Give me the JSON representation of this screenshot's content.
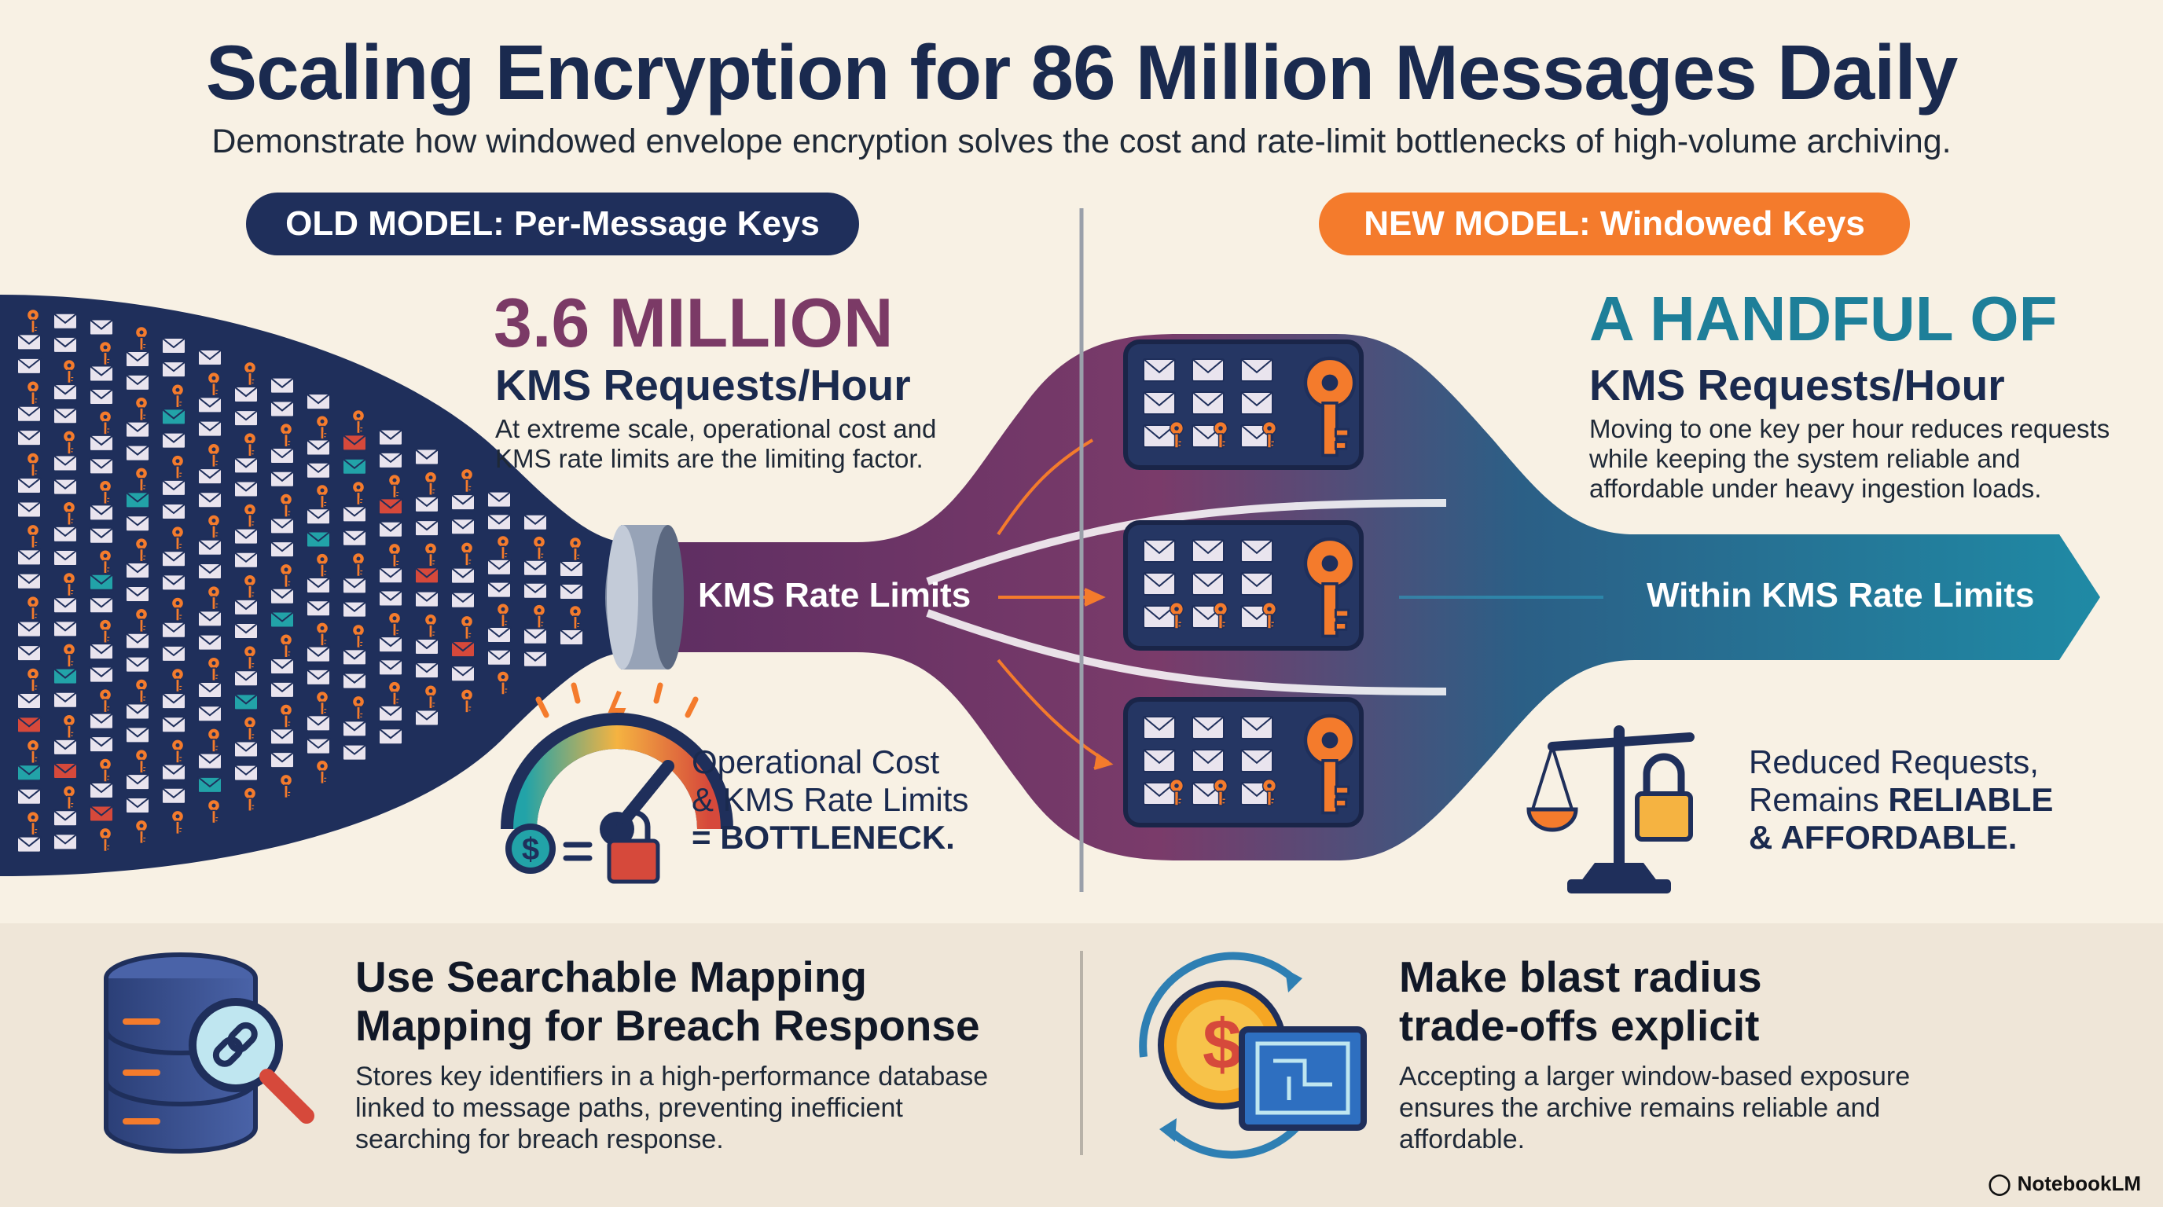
{
  "title": "Scaling Encryption for 86 Million Messages Daily",
  "subtitle": "Demonstrate how windowed envelope encryption solves the cost and rate-limit bottlenecks of high-volume archiving.",
  "old_model": {
    "pill": "OLD MODEL: Per-Message Keys",
    "big_stat": "3.6 MILLION",
    "stat_label": "KMS Requests/Hour",
    "desc_1": "At extreme scale, operational cost and",
    "desc_2": "KMS rate limits are the limiting factor.",
    "flow_label": "KMS Rate Limits",
    "cap_1": "Operational Cost",
    "cap_2": "& KMS Rate Limits",
    "cap_3": "= BOTTLENECK."
  },
  "new_model": {
    "pill": "NEW MODEL: Windowed Keys",
    "big_stat": "A HANDFUL OF",
    "stat_label": "KMS Requests/Hour",
    "desc_1": "Moving to one key per hour reduces requests",
    "desc_2": "while keeping the system reliable and",
    "desc_3": "affordable under heavy ingestion loads.",
    "flow_label": "Within KMS Rate Limits",
    "cap_1": "Reduced Requests,",
    "cap_2a": "Remains ",
    "cap_2b": "RELIABLE",
    "cap_3": "& AFFORDABLE."
  },
  "bottom_left": {
    "heading_1": "Use Searchable Mapping",
    "heading_2": "Mapping for Breach Response",
    "desc_1": "Stores key identifiers in a high-performance database",
    "desc_2": "linked to message paths, preventing inefficient",
    "desc_3": "searching for breach response."
  },
  "bottom_right": {
    "heading_1": "Make blast radius",
    "heading_2": "trade-offs explicit",
    "desc_1": "Accepting a larger window-based exposure",
    "desc_2": "ensures the archive remains reliable and",
    "desc_3": "affordable."
  },
  "branding": "NotebookLM",
  "icons": [
    "envelope-icon",
    "key-icon",
    "gauge-icon",
    "dollar-icon",
    "lock-icon",
    "scale-icon",
    "database-icon",
    "magnifier-link-icon",
    "coin-icon",
    "blueprint-icon"
  ],
  "colors": {
    "navy": "#1f2f5b",
    "orange": "#f47b2c",
    "purple": "#7b3a66",
    "teal": "#1e7f99",
    "beige": "#f8f1e4"
  }
}
